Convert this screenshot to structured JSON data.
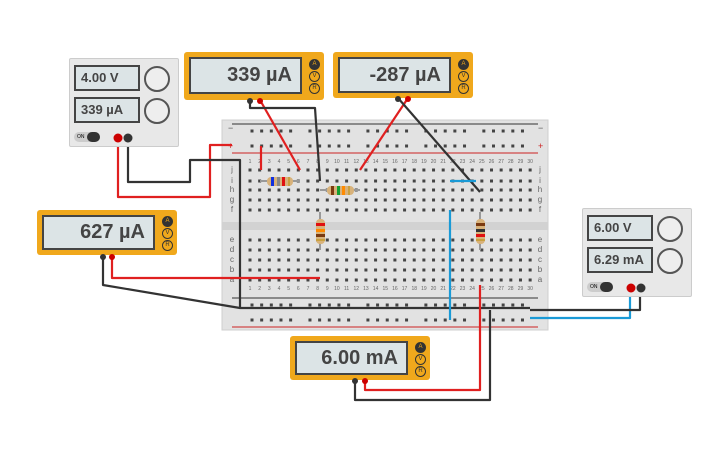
{
  "supplies": [
    {
      "voltage": "4.00 V",
      "current": "339 µA",
      "on_label": "ON"
    },
    {
      "voltage": "6.00 V",
      "current": "6.29 mA",
      "on_label": "ON"
    }
  ],
  "meters": [
    {
      "reading": "339 µA",
      "modes": [
        "A",
        "V",
        "R"
      ],
      "active": "A"
    },
    {
      "reading": "-287 µA",
      "modes": [
        "A",
        "V",
        "R"
      ],
      "active": "A"
    },
    {
      "reading": "627 µA",
      "modes": [
        "A",
        "V",
        "R"
      ],
      "active": "A"
    },
    {
      "reading": "6.00 mA",
      "modes": [
        "A",
        "V",
        "R"
      ],
      "active": "A"
    }
  ],
  "breadboard": {
    "row_labels_top": [
      "j",
      "i",
      "h",
      "g",
      "f"
    ],
    "row_labels_bottom": [
      "e",
      "d",
      "c",
      "b",
      "a"
    ],
    "columns": 30,
    "rail_minus": "−",
    "rail_plus": "+"
  },
  "colors": {
    "meter": "#f0a81c",
    "wire_red": "#e02020",
    "wire_black": "#333333",
    "wire_blue": "#1a9ad6",
    "rail_red": "#cc2222"
  }
}
